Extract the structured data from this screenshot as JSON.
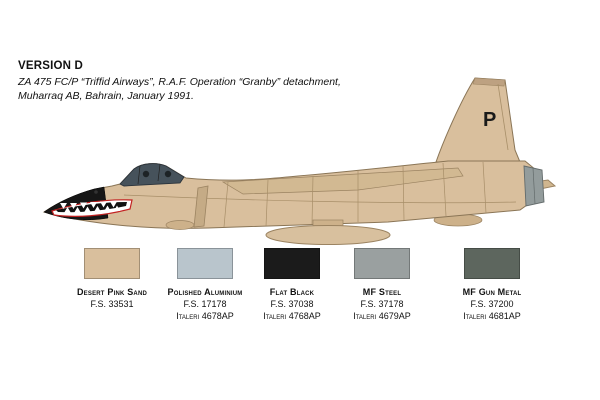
{
  "header": {
    "version": "VERSION D",
    "line1": "ZA 475 FC/P “Triffid Airways”, R.A.F. Operation “Granby” detachment,",
    "line2": "Muharraq AB, Bahrain, January 1991."
  },
  "aircraft": {
    "tail_code": "P"
  },
  "palette": {
    "swatches": [
      {
        "name": "Desert Pink Sand",
        "fs": "F.S. 33531",
        "italeri": "",
        "color": "#d9bf9d"
      },
      {
        "name": "Polished Aluminium",
        "fs": "F.S. 17178",
        "italeri": "Italeri 4678AP",
        "color": "#b9c5cc"
      },
      {
        "name": "Flat Black",
        "fs": "F.S. 37038",
        "italeri": "Italeri 4768AP",
        "color": "#1b1b1b"
      },
      {
        "name": "MF Steel",
        "fs": "F.S. 37178",
        "italeri": "Italeri 4679AP",
        "color": "#9aa0a0"
      },
      {
        "name": "MF Gun Metal",
        "fs": "F.S. 37200",
        "italeri": "Italeri 4681AP",
        "color": "#5d665e"
      }
    ]
  }
}
